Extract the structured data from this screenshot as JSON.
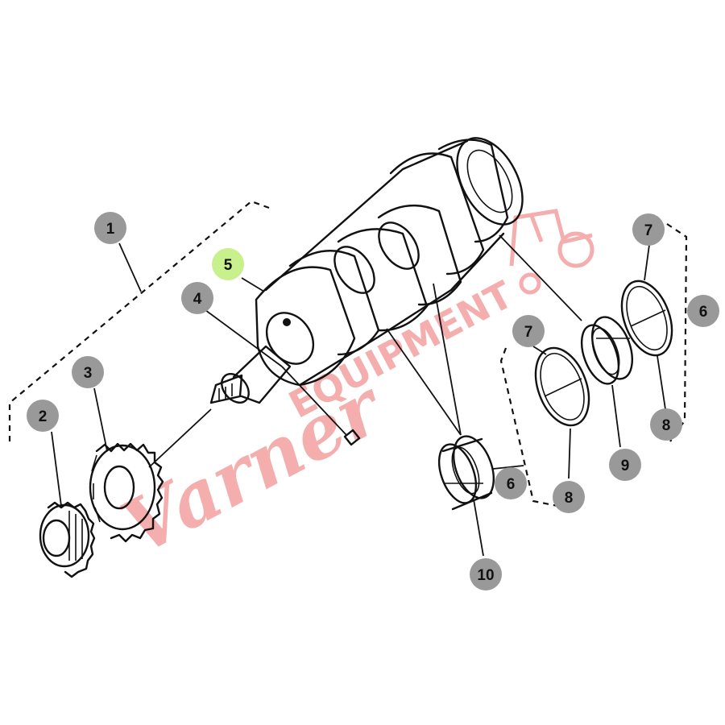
{
  "diagram": {
    "highlight_color": "#c8f08c",
    "callout_color": "#999999",
    "watermark_color": "#f2a0a0",
    "callouts": [
      {
        "id": "c1",
        "label": "1",
        "highlighted": false
      },
      {
        "id": "c2",
        "label": "2",
        "highlighted": false
      },
      {
        "id": "c3",
        "label": "3",
        "highlighted": false
      },
      {
        "id": "c4",
        "label": "4",
        "highlighted": false
      },
      {
        "id": "c5",
        "label": "5",
        "highlighted": true
      },
      {
        "id": "c6a",
        "label": "6",
        "highlighted": false
      },
      {
        "id": "c6b",
        "label": "6",
        "highlighted": false
      },
      {
        "id": "c7a",
        "label": "7",
        "highlighted": false
      },
      {
        "id": "c7b",
        "label": "7",
        "highlighted": false
      },
      {
        "id": "c8a",
        "label": "8",
        "highlighted": false
      },
      {
        "id": "c8b",
        "label": "8",
        "highlighted": false
      },
      {
        "id": "c9",
        "label": "9",
        "highlighted": false
      },
      {
        "id": "c10",
        "label": "10",
        "highlighted": false
      }
    ],
    "watermark": {
      "script": "Varner",
      "block": "EQUIPMENT"
    }
  }
}
